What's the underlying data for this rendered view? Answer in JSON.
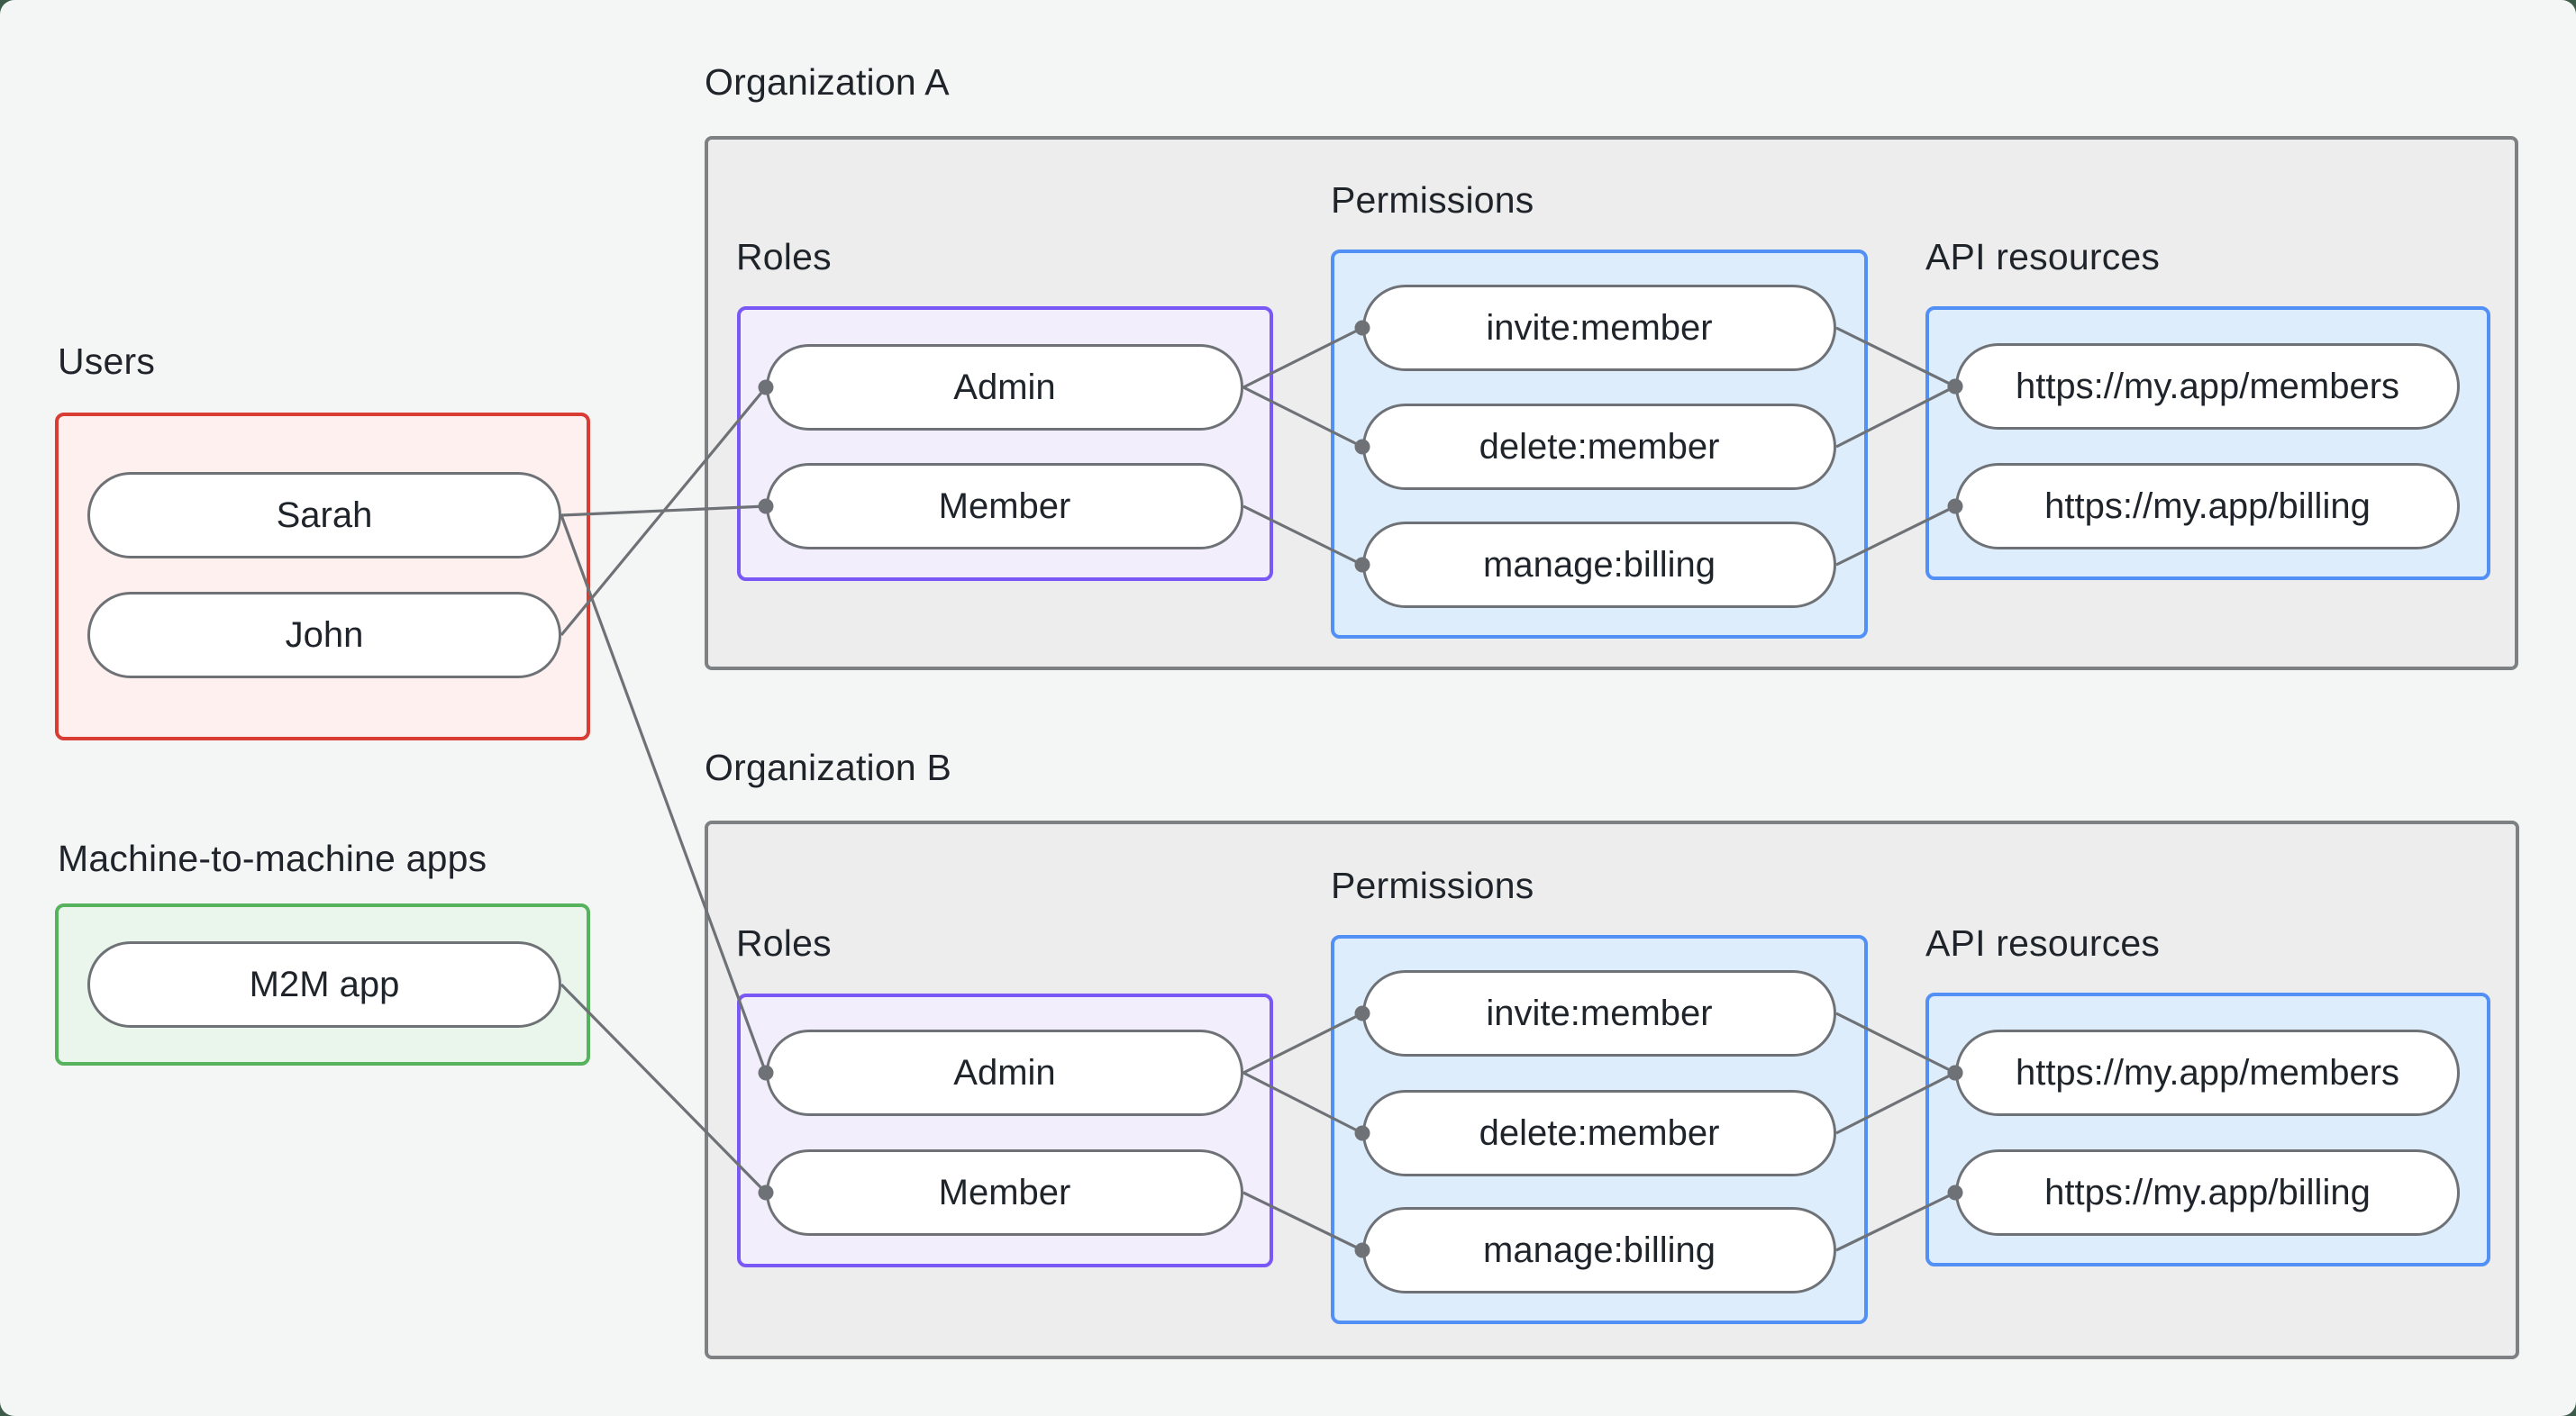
{
  "colors": {
    "frame": "#3d5b49",
    "bg": "#f4f6f5",
    "ink": "#1f242a",
    "line": "#6e7276",
    "org_border": "#7d8183",
    "org_fill": "#ededee",
    "red_border": "#d93c33",
    "red_fill": "#fdf0ee",
    "green_border": "#57b25e",
    "green_fill": "#eaf6eb",
    "purple_border": "#7a58f6",
    "purple_fill": "#f2eefc",
    "blue_border": "#5390f5",
    "blue_fill": "#deedfc",
    "pill_border": "#6e7276",
    "pill_fill": "#ffffff"
  },
  "users": {
    "title": "Users",
    "nodes": [
      {
        "id": "sarah",
        "label": "Sarah"
      },
      {
        "id": "john",
        "label": "John"
      }
    ]
  },
  "m2m": {
    "title": "Machine-to-machine apps",
    "nodes": [
      {
        "id": "m2m",
        "label": "M2M app"
      }
    ]
  },
  "org_a": {
    "title": "Organization A",
    "roles": {
      "title": "Roles",
      "nodes": [
        {
          "id": "a-admin",
          "label": "Admin"
        },
        {
          "id": "a-member",
          "label": "Member"
        }
      ]
    },
    "permissions": {
      "title": "Permissions",
      "nodes": [
        {
          "id": "a-invite",
          "label": "invite:member"
        },
        {
          "id": "a-delete",
          "label": "delete:member"
        },
        {
          "id": "a-manage",
          "label": "manage:billing"
        }
      ]
    },
    "api": {
      "title": "API resources",
      "nodes": [
        {
          "id": "a-members",
          "label": "https://my.app/members"
        },
        {
          "id": "a-billing",
          "label": "https://my.app/billing"
        }
      ]
    }
  },
  "org_b": {
    "title": "Organization B",
    "roles": {
      "title": "Roles",
      "nodes": [
        {
          "id": "b-admin",
          "label": "Admin"
        },
        {
          "id": "b-member",
          "label": "Member"
        }
      ]
    },
    "permissions": {
      "title": "Permissions",
      "nodes": [
        {
          "id": "b-invite",
          "label": "invite:member"
        },
        {
          "id": "b-delete",
          "label": "delete:member"
        },
        {
          "id": "b-manage",
          "label": "manage:billing"
        }
      ]
    },
    "api": {
      "title": "API resources",
      "nodes": [
        {
          "id": "b-members",
          "label": "https://my.app/members"
        },
        {
          "id": "b-billing",
          "label": "https://my.app/billing"
        }
      ]
    }
  },
  "edges": [
    {
      "from": "sarah",
      "to": "a-member"
    },
    {
      "from": "john",
      "to": "a-admin"
    },
    {
      "from": "sarah",
      "to": "b-admin"
    },
    {
      "from": "m2m",
      "to": "b-member"
    },
    {
      "from": "a-admin",
      "to": "a-invite"
    },
    {
      "from": "a-admin",
      "to": "a-delete"
    },
    {
      "from": "a-member",
      "to": "a-manage"
    },
    {
      "from": "a-invite",
      "to": "a-members"
    },
    {
      "from": "a-delete",
      "to": "a-members"
    },
    {
      "from": "a-manage",
      "to": "a-billing"
    },
    {
      "from": "b-admin",
      "to": "b-invite"
    },
    {
      "from": "b-admin",
      "to": "b-delete"
    },
    {
      "from": "b-member",
      "to": "b-manage"
    },
    {
      "from": "b-invite",
      "to": "b-members"
    },
    {
      "from": "b-delete",
      "to": "b-members"
    },
    {
      "from": "b-manage",
      "to": "b-billing"
    }
  ],
  "edge_style": {
    "stroke_width": 3.2,
    "dot_radius": 8.5
  }
}
